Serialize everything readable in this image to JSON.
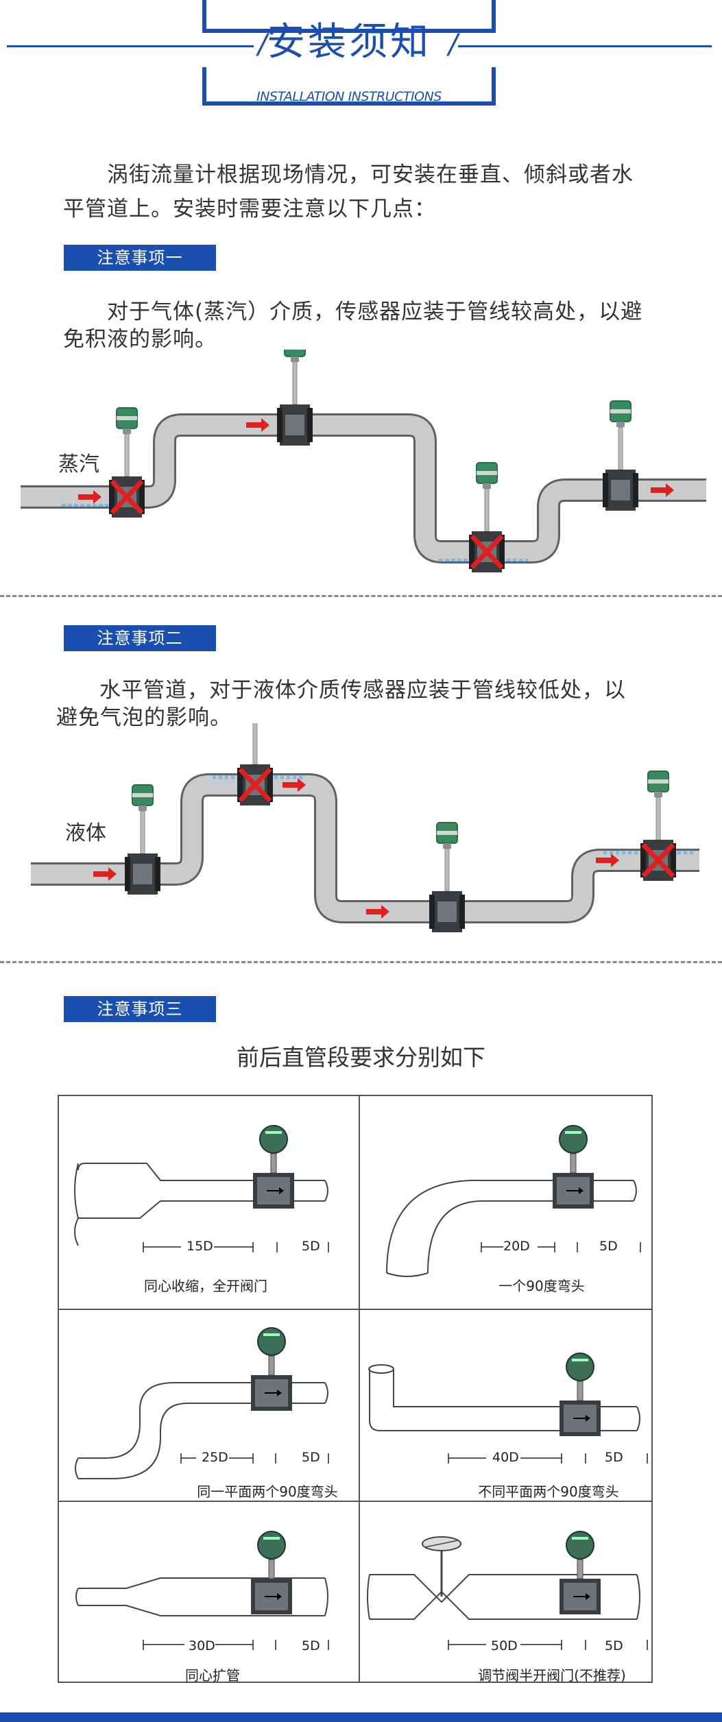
{
  "header": {
    "title": "安装须知",
    "subtitle": "INSTALLATION INSTRUCTIONS",
    "slash": "/"
  },
  "intro": {
    "line1": "涡街流量计根据现场情况，可安装在垂直、倾斜或者水",
    "line2": "平管道上。安装时需要注意以下几点："
  },
  "note1": {
    "tag": "注意事项一",
    "line1": "对于气体(蒸汽）介质，传感器应装于管线较高处，以避",
    "line2": "免积液的影响。",
    "medium": "蒸汽"
  },
  "note2": {
    "tag": "注意事项二",
    "line1": "水平管道，对于液体介质传感器应装于管线较低处，以",
    "line2": "避免气泡的影响。",
    "medium": "液体"
  },
  "note3": {
    "tag": "注意事项三",
    "subtitle": "前后直管段要求分别如下",
    "cells": [
      {
        "caption": "同心收缩，全开阀门",
        "up": "15D",
        "down": "5D"
      },
      {
        "caption": "一个90度弯头",
        "up": "20D",
        "down": "5D"
      },
      {
        "caption": "同一平面两个90度弯头",
        "up": "25D",
        "down": "5D"
      },
      {
        "caption": "不同平面两个90度弯头",
        "up": "40D",
        "down": "5D"
      },
      {
        "caption": "同心扩管",
        "up": "30D",
        "down": "5D"
      },
      {
        "caption": "调节阀半开阀门(不推荐)",
        "up": "50D",
        "down": "5D"
      }
    ]
  },
  "colors": {
    "accent": "#1a4fb0",
    "pipe": "#c9cbcc",
    "arrow": "#e0201f",
    "meter_green": "#3a8a60"
  }
}
